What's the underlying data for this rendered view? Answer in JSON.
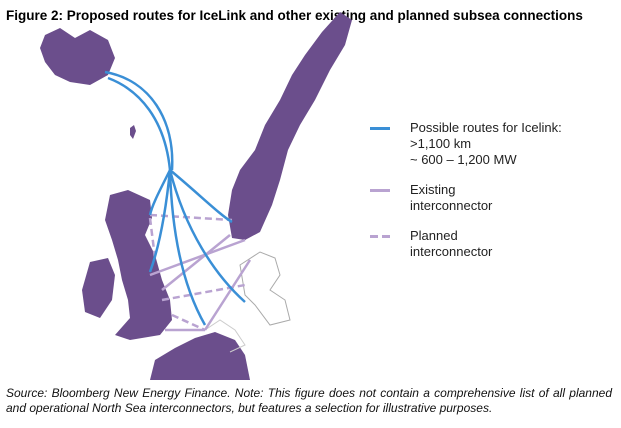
{
  "title": "Figure 2:  Proposed routes for IceLink and other existing and planned subsea connections",
  "legend": [
    {
      "lines": [
        "Possible routes for Icelink:",
        ">1,100 km",
        "~ 600 – 1,200 MW"
      ],
      "style": "solid",
      "color": "#3a8fd6"
    },
    {
      "lines": [
        "Existing",
        "interconnector"
      ],
      "style": "solid",
      "color": "#b9a3d1"
    },
    {
      "lines": [
        "Planned",
        "interconnector"
      ],
      "style": "dashed",
      "color": "#b9a3d1"
    }
  ],
  "source": "Source: Bloomberg New Energy Finance. Note: This figure does not contain a comprehensive list of all planned and operational North Sea interconnectors, but features a selection for illustrative purposes.",
  "colors": {
    "land": "#6b4e8c",
    "icelink": "#3a8fd6",
    "interconnector": "#b9a3d1"
  }
}
